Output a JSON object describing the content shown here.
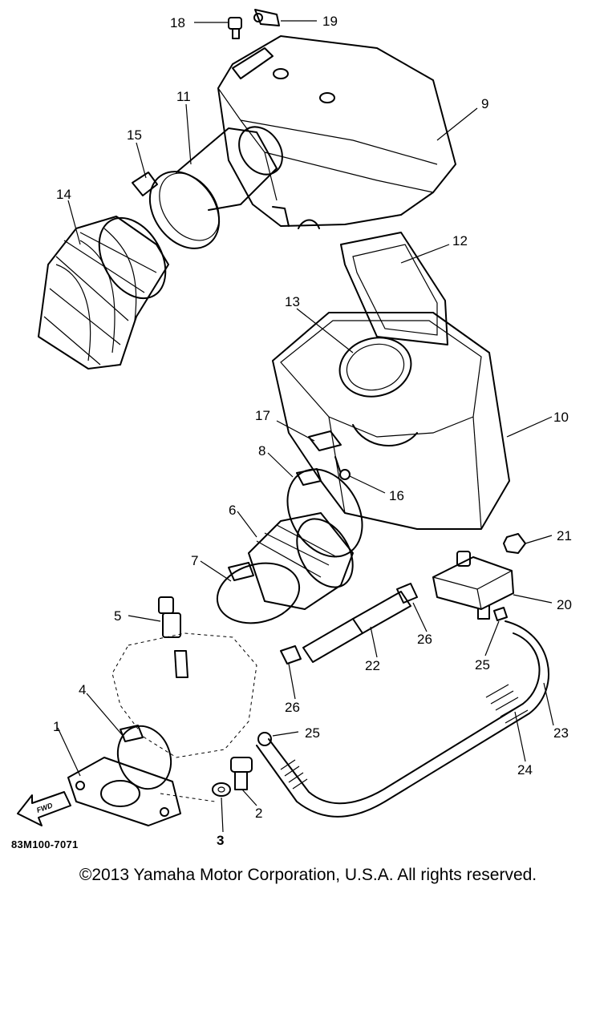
{
  "drawing_code": "83M100-7071",
  "copyright": "©2013 Yamaha Motor Corporation, U.S.A. All rights reserved.",
  "fwd_arrow_label": "FWD",
  "callouts": [
    {
      "id": "c1",
      "label": "1"
    },
    {
      "id": "c2",
      "label": "2"
    },
    {
      "id": "c3",
      "label": "3"
    },
    {
      "id": "c4",
      "label": "4"
    },
    {
      "id": "c5",
      "label": "5"
    },
    {
      "id": "c6",
      "label": "6"
    },
    {
      "id": "c7",
      "label": "7"
    },
    {
      "id": "c8",
      "label": "8"
    },
    {
      "id": "c9",
      "label": "9"
    },
    {
      "id": "c10",
      "label": "10"
    },
    {
      "id": "c11",
      "label": "11"
    },
    {
      "id": "c12",
      "label": "12"
    },
    {
      "id": "c13",
      "label": "13"
    },
    {
      "id": "c14",
      "label": "14"
    },
    {
      "id": "c15",
      "label": "15"
    },
    {
      "id": "c16",
      "label": "16"
    },
    {
      "id": "c17",
      "label": "17"
    },
    {
      "id": "c18",
      "label": "18"
    },
    {
      "id": "c19",
      "label": "19"
    },
    {
      "id": "c20",
      "label": "20"
    },
    {
      "id": "c21",
      "label": "21"
    },
    {
      "id": "c22",
      "label": "22"
    },
    {
      "id": "c23",
      "label": "23"
    },
    {
      "id": "c24",
      "label": "24"
    },
    {
      "id": "c25a",
      "label": "25"
    },
    {
      "id": "c25b",
      "label": "25"
    },
    {
      "id": "c26a",
      "label": "26"
    },
    {
      "id": "c26b",
      "label": "26"
    }
  ]
}
